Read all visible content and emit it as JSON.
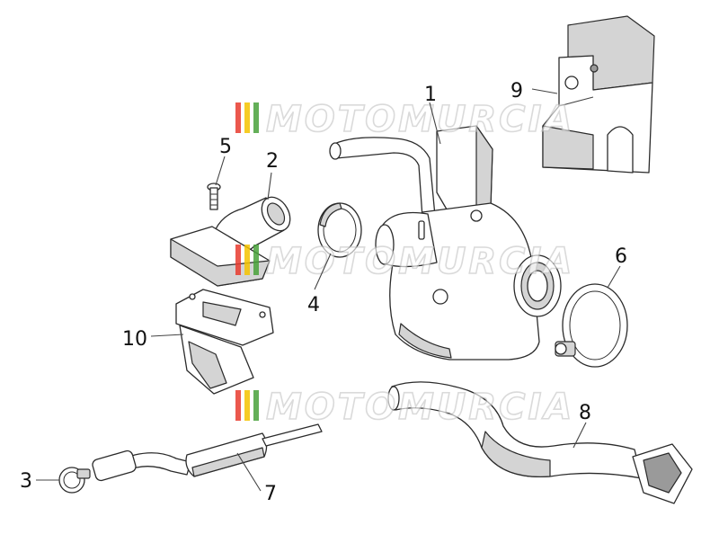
{
  "diagram": {
    "watermark": "MOTOMURCIA",
    "colors": {
      "watermark_stripe_red": "#e83b2e",
      "watermark_stripe_yellow": "#f5c400",
      "watermark_stripe_green": "#49a23b",
      "line": "#2b2b2b",
      "shade": "#d4d4d4"
    },
    "callouts": [
      {
        "id": "1",
        "label": "1",
        "part": "carburettor"
      },
      {
        "id": "2",
        "label": "2",
        "part": "intake-manifold"
      },
      {
        "id": "3",
        "label": "3",
        "part": "small-hose-clamp"
      },
      {
        "id": "4",
        "label": "4",
        "part": "ring-clamp"
      },
      {
        "id": "5",
        "label": "5",
        "part": "screw"
      },
      {
        "id": "6",
        "label": "6",
        "part": "hose-clamp"
      },
      {
        "id": "7",
        "label": "7",
        "part": "breather-pipe"
      },
      {
        "id": "8",
        "label": "8",
        "part": "air-intake-duct"
      },
      {
        "id": "9",
        "label": "9",
        "part": "heat-insulator-block"
      },
      {
        "id": "10",
        "label": "10",
        "part": "reed-valve"
      }
    ]
  }
}
